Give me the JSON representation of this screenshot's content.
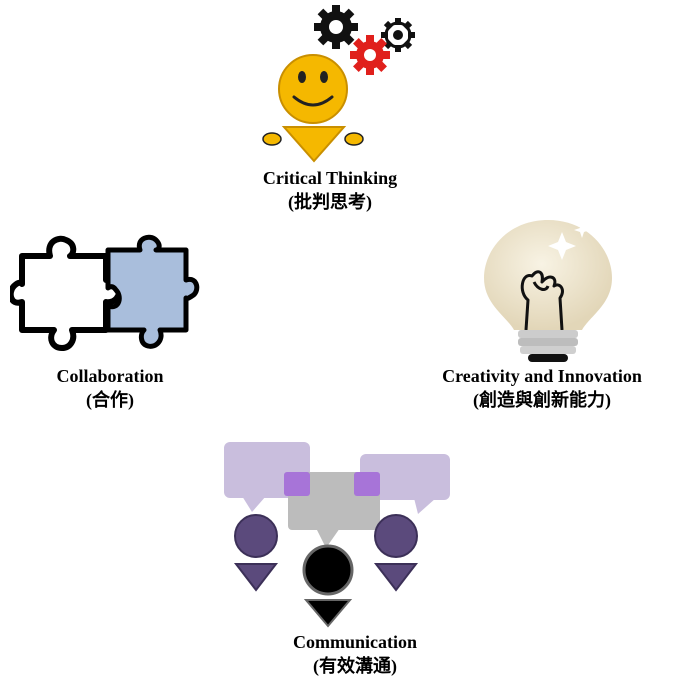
{
  "nodes": {
    "critical_thinking": {
      "title": "Critical Thinking",
      "subtitle": "(批判思考)",
      "icon": "smiley-with-gears-icon"
    },
    "collaboration": {
      "title": "Collaboration",
      "subtitle": "(合作)",
      "icon": "puzzle-pieces-icon"
    },
    "creativity": {
      "title": "Creativity and Innovation",
      "subtitle": "(創造與創新能力)",
      "icon": "light-bulb-icon"
    },
    "communication": {
      "title": "Communication",
      "subtitle": "(有效溝通)",
      "icon": "people-speech-bubbles-icon"
    }
  },
  "colors": {
    "smiley": "#f5b800",
    "gear_black": "#111111",
    "gear_red": "#e0201c",
    "puzzle_blue": "#a9bedc",
    "bulb": "#efe6cf",
    "person_purple": "#5b4a7c",
    "bubble_lavender": "#c9bedd",
    "bubble_gray": "#bcbcbc",
    "overlap_purple": "#a774d8"
  }
}
